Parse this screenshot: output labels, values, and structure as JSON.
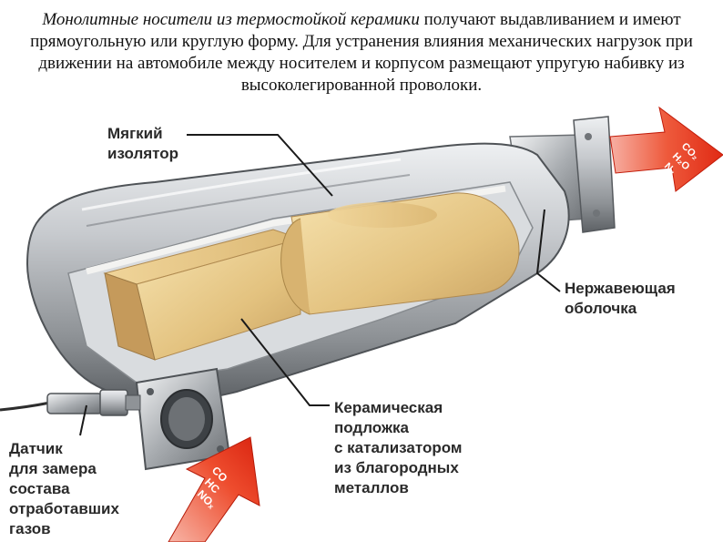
{
  "caption": {
    "italic": "Монолитные носители из термостойкой керамики",
    "rest": " получают выдавливанием и имеют прямоугольную или круглую форму. Для устранения влияния механических нагрузок при движении на автомобиле между носителем и корпусом размещают упругую набивку из высоколегированной проволоки."
  },
  "labels": {
    "insulator": [
      "Мягкий",
      "изолятор"
    ],
    "shell": [
      "Нержавеющая",
      "оболочка"
    ],
    "substrate": [
      "Керамическая",
      "подложка",
      "с катализатором",
      "из благородных",
      "металлов"
    ],
    "sensor": [
      "Датчик",
      "для замера",
      "состава",
      "отработавших",
      "газов"
    ]
  },
  "arrow_out": {
    "lines": [
      "CO₂",
      "H₂O",
      "N₂"
    ]
  },
  "arrow_in": {
    "lines": [
      "CO",
      "HC",
      "NOₓ"
    ]
  },
  "colors": {
    "arrow": "#e8371e",
    "ceramic": "#e8c98a",
    "steel": "#b9bcc0",
    "text": "#2a2a2a"
  }
}
